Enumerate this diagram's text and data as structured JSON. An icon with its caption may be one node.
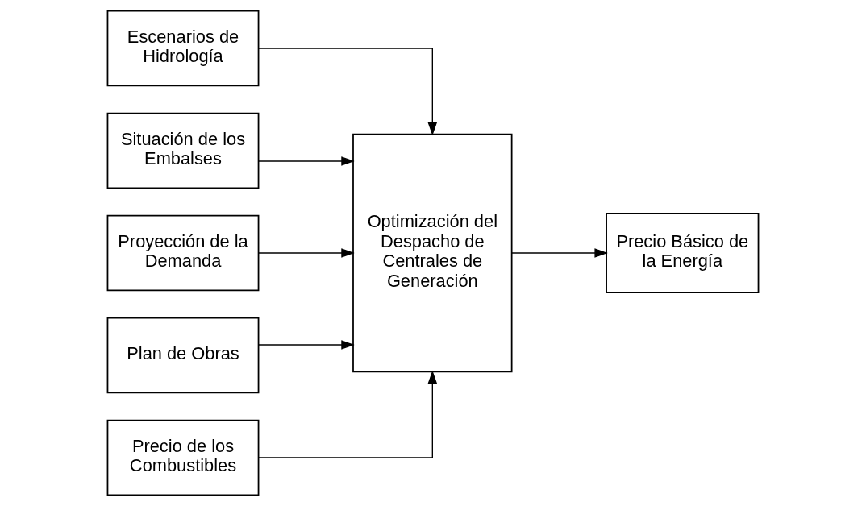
{
  "diagram": {
    "nodes": [
      {
        "text": [
          "Escenarios de Hidrología"
        ]
      },
      {
        "text": [
          "Situación de los Embalses"
        ]
      },
      {
        "text": [
          "Proyección de la Demanda"
        ]
      },
      {
        "text": [
          "Plan de Obras"
        ]
      },
      {
        "text": [
          "Precio de los Combustibles"
        ]
      },
      {
        "text": [
          "Optimización del Despacho de Centrales de Generación"
        ]
      },
      {
        "text": [
          "Precio Básico de la Energía"
        ]
      }
    ],
    "edges": [
      {
        "from": 0,
        "to": 5,
        "arrow": "to"
      },
      {
        "from": 1,
        "to": 5,
        "arrow": "to"
      },
      {
        "from": 2,
        "to": 5,
        "arrow": "to"
      },
      {
        "from": 3,
        "to": 5,
        "arrow": "to"
      },
      {
        "from": 4,
        "to": 5,
        "arrow": "to"
      },
      {
        "from": 5,
        "to": 6,
        "arrow": "to"
      }
    ]
  }
}
